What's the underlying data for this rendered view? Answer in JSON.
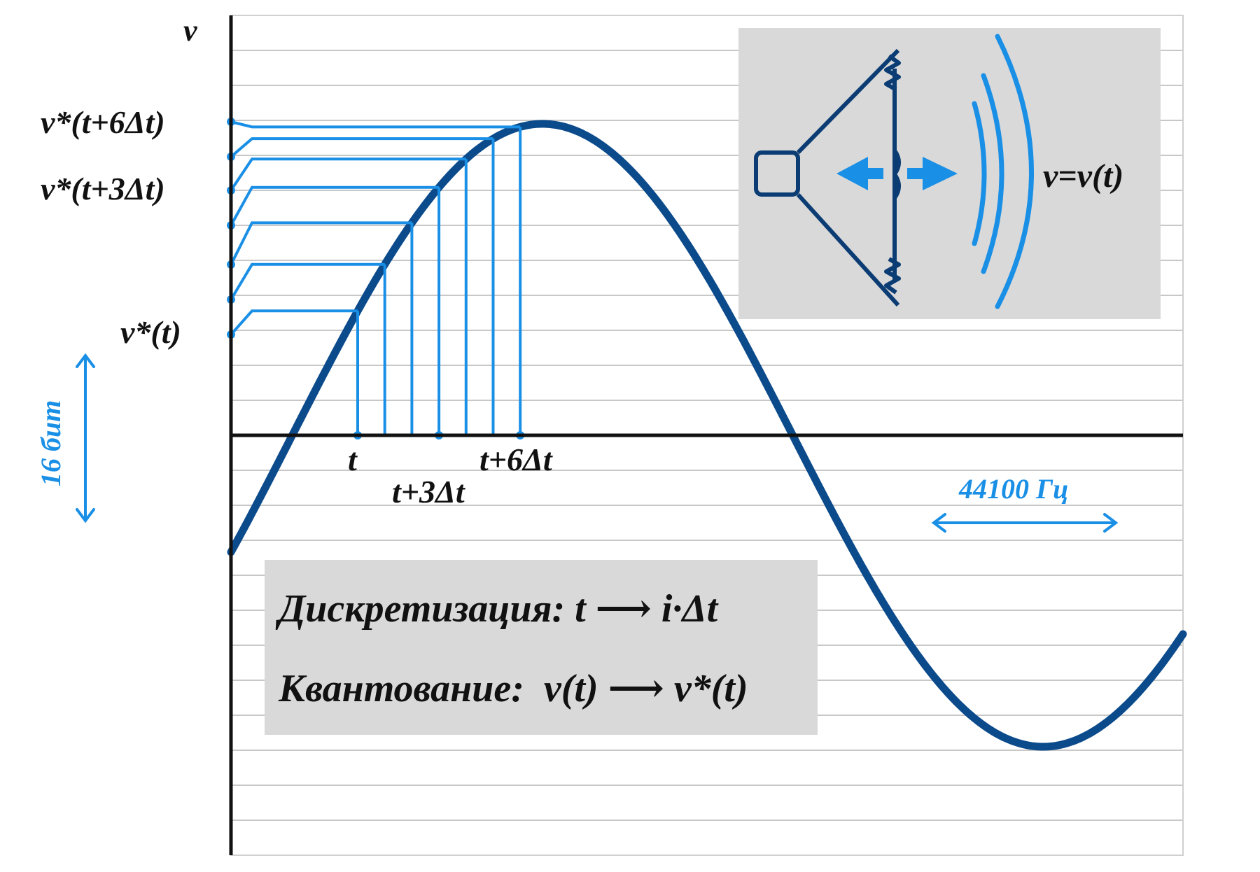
{
  "colors": {
    "curve": "#0b4a8b",
    "sample": "#1a8fe6",
    "axis": "#111111",
    "grid": "#c8c8c8",
    "panel": "#d9d9d9",
    "speaker": "#0b3c73"
  },
  "labels": {
    "v_axis": "v",
    "v_star_t6": "v*(t+6Δt)",
    "v_star_t3": "v*(t+3Δt)",
    "v_star_t": "v*(t)",
    "t": "t",
    "t3": "t+3Δt",
    "t6": "t+6Δt",
    "bits": "16 бит",
    "freq": "44100 Гц",
    "signal": "v=v(t)"
  },
  "formulas": {
    "line1": "Дискретизация: t ⟶ i·Δt",
    "line2": "Квантование:  v(t) ⟶ v*(t)"
  },
  "icons": {
    "speaker": "speaker-icon",
    "sound_waves": "sound-waves-icon",
    "vibration_arrows": "double-arrow-icon"
  },
  "chart_data": {
    "type": "line",
    "curve": "sine",
    "sample_count": 7,
    "grid": true
  }
}
